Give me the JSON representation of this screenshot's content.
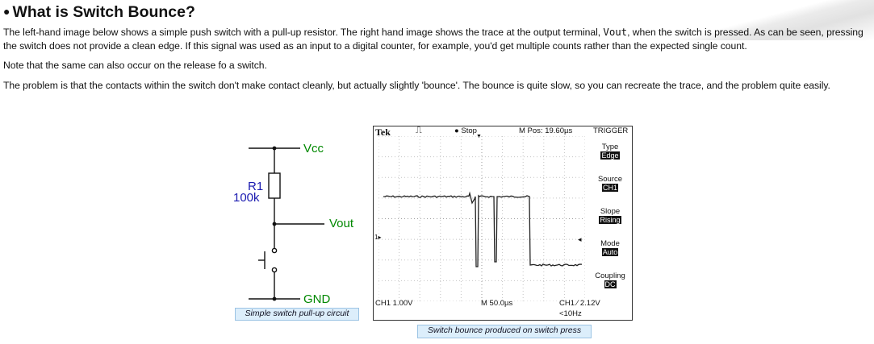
{
  "heading": "What is Switch Bounce?",
  "para1_a": "The left-hand image below shows a simple push switch with a pull-up resistor. The right hand image shows the trace at the output terminal, ",
  "para1_code": "Vout",
  "para1_b": ", when the switch is pressed. As can be seen, pressing the switch does not provide a clean edge. If this signal was used as an input to a digital counter, for example, you'd get multiple counts rather than the expected single count.",
  "para2": "Note that the same can also occur on the release fo a switch.",
  "para3": "The problem is that the contacts within the switch don't make contact cleanly, but actually slightly 'bounce'. The bounce is quite slow, so you can recreate the trace, and the problem quite easily.",
  "circuit": {
    "vcc": "Vcc",
    "r_name": "R1",
    "r_value": "100k",
    "vout": "Vout",
    "gnd": "GND",
    "caption": "Simple switch pull-up circuit",
    "label_color": "#008800",
    "resistor_label_color": "#1a1ab0"
  },
  "scope": {
    "brand": "Tek",
    "trig_glyph": "⎍",
    "run_state": "Stop",
    "m_pos": "M Pos: 19.60µs",
    "trigger_title": "TRIGGER",
    "menu": [
      {
        "label": "Type",
        "value": "Edge"
      },
      {
        "label": "Source",
        "value": "CH1"
      },
      {
        "label": "Slope",
        "value": "Rising"
      },
      {
        "label": "Mode",
        "value": "Auto"
      },
      {
        "label": "Coupling",
        "value": "DC"
      }
    ],
    "ch_marker": "1▸",
    "ch1_scale": "CH1  1.00V",
    "timebase": "M 50.0µs",
    "trigger_level": "CH1 ⁄ 2.12V",
    "freq": "<10Hz",
    "caption": "Switch bounce produced on switch press"
  }
}
